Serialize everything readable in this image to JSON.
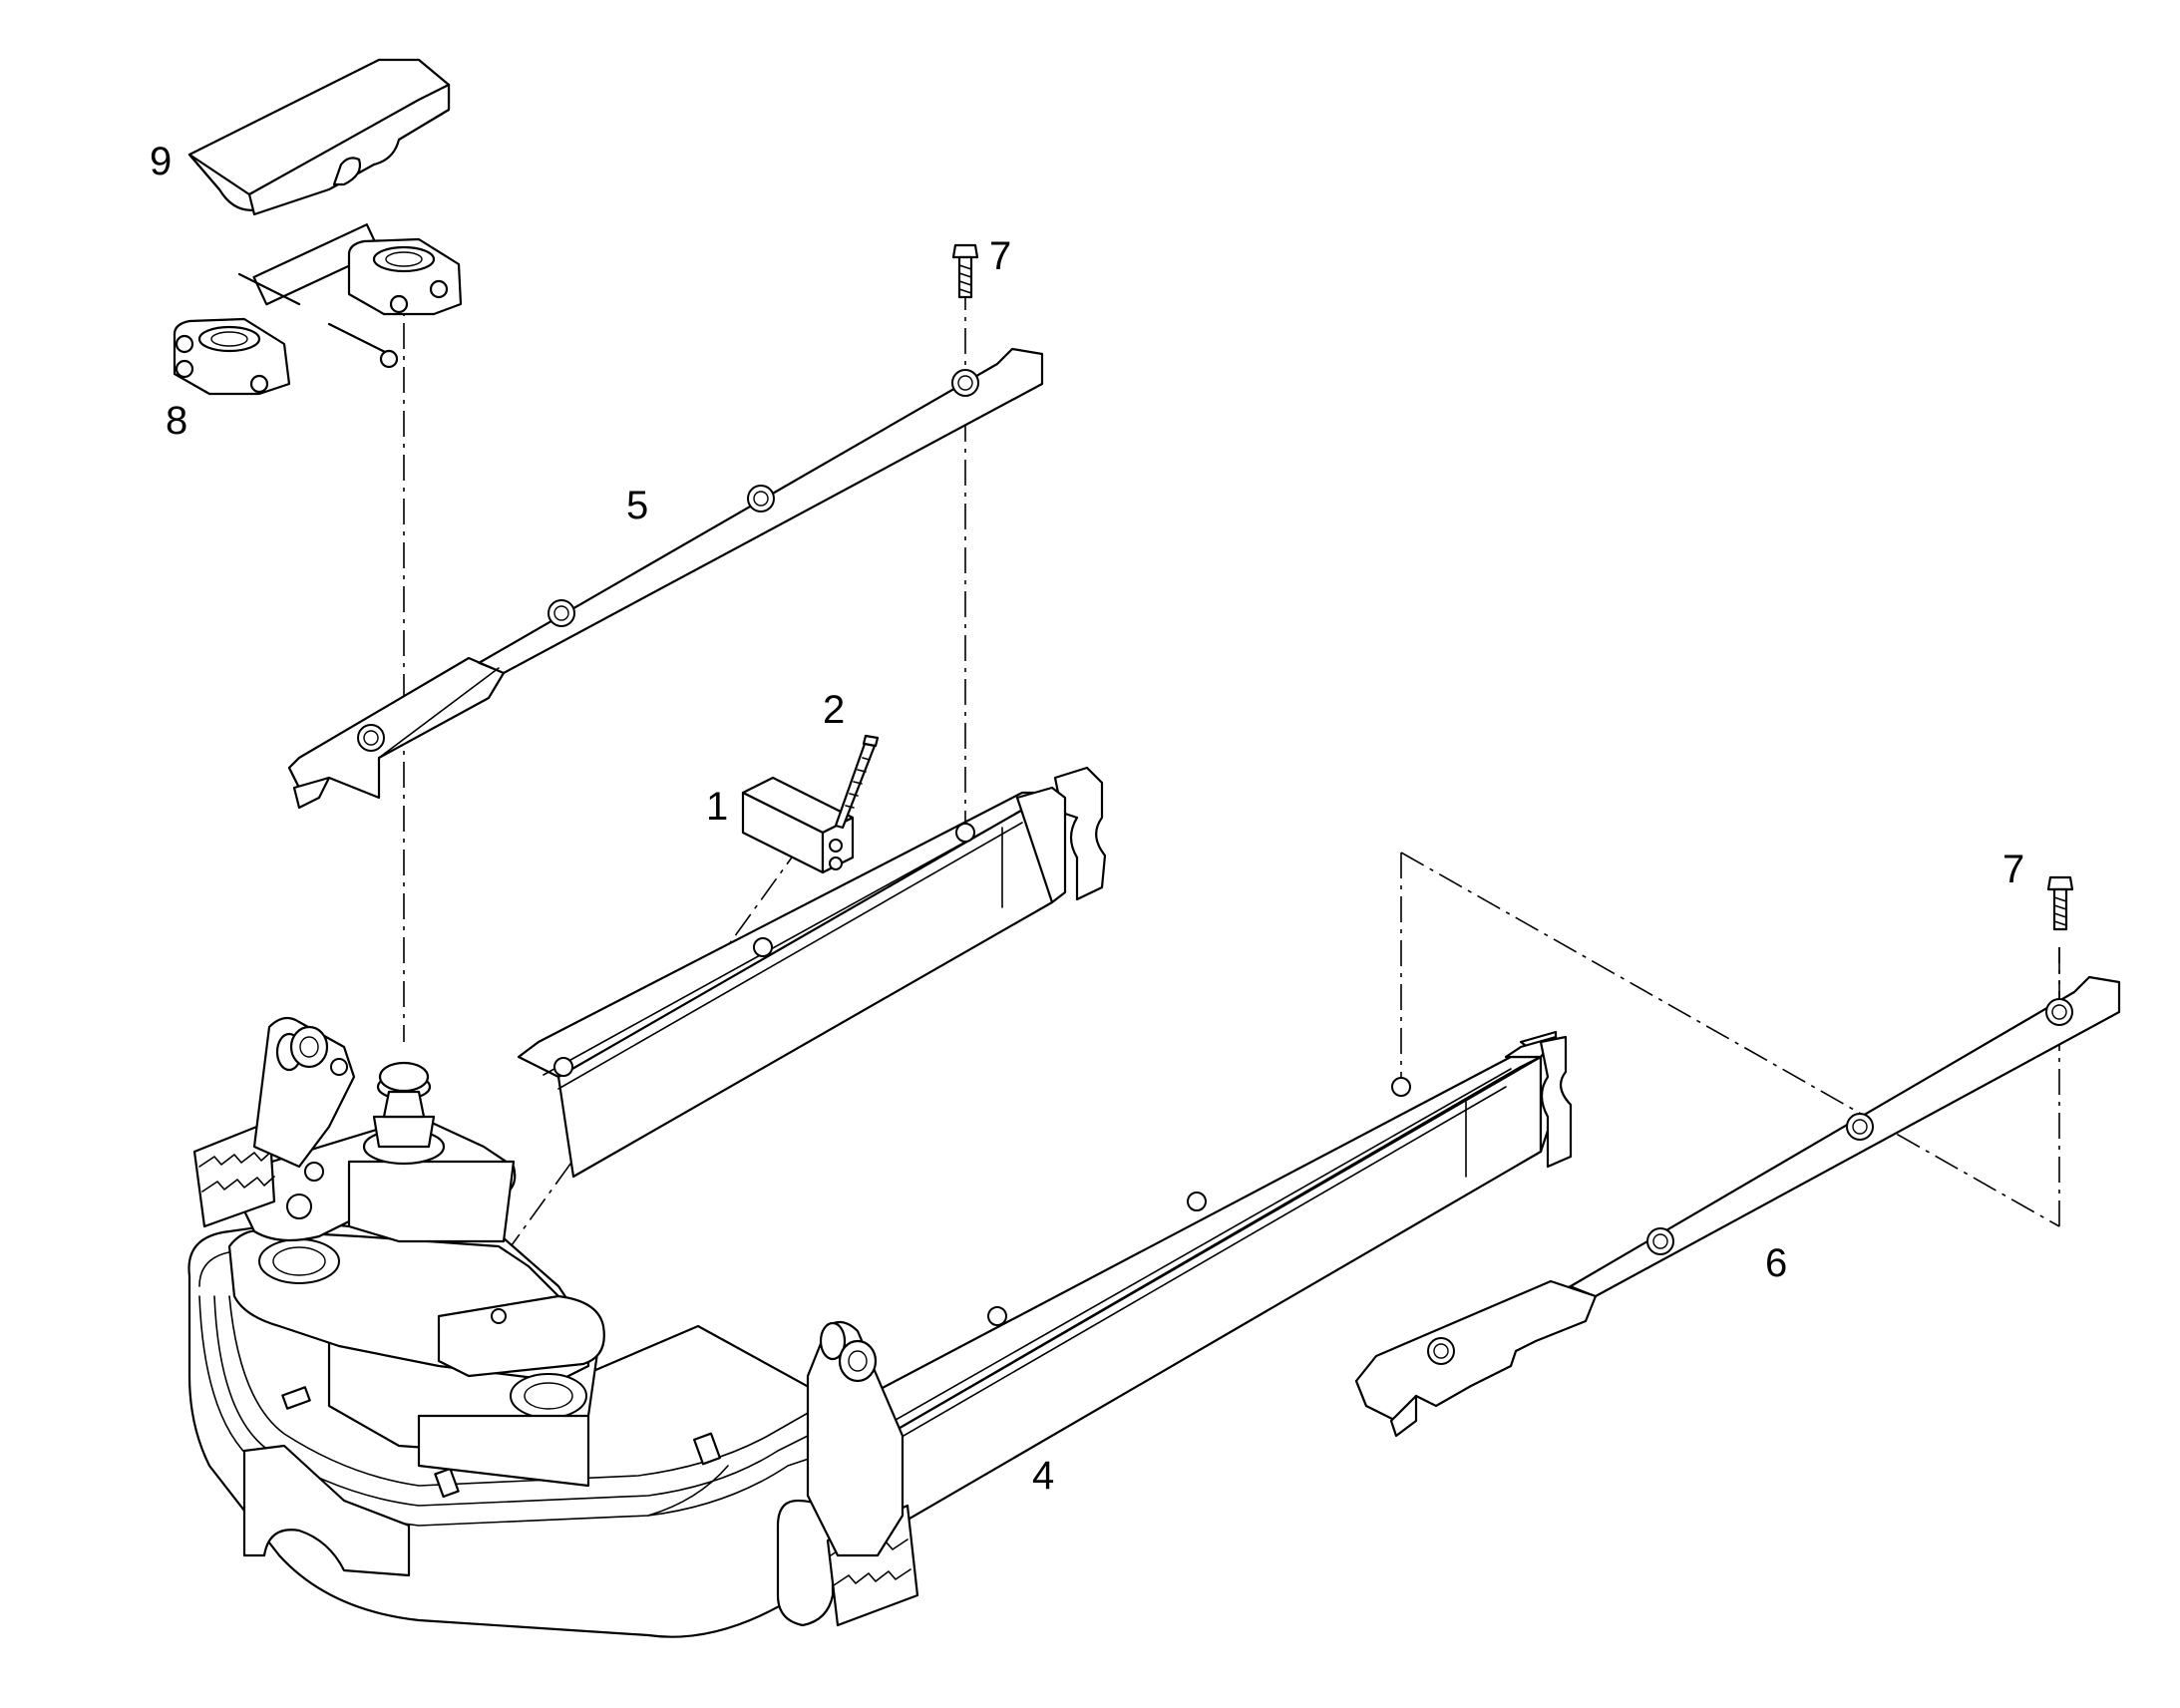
{
  "diagram": {
    "callouts": {
      "c1": "1",
      "c2": "2",
      "c4": "4",
      "c5": "5",
      "c6": "6",
      "c7a": "7",
      "c7b": "7",
      "c8": "8",
      "c9": "9"
    },
    "colors": {
      "line": "#000000",
      "background": "#ffffff"
    }
  }
}
